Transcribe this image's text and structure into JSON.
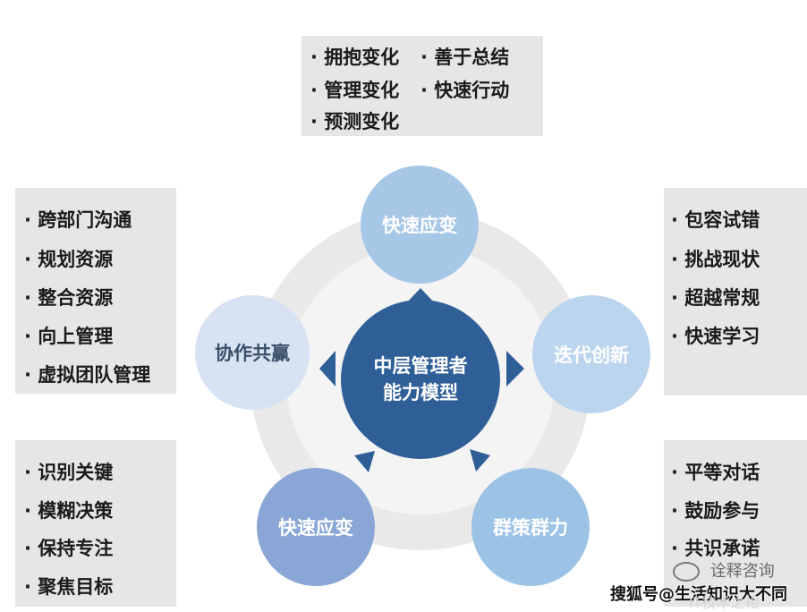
{
  "diagram": {
    "center": {
      "line1": "中层管理者",
      "line2": "能力模型"
    },
    "nodes": {
      "top": "快速应变",
      "right": "迭代创新",
      "bottom_right": "群策群力",
      "bottom_left": "快速应变",
      "left": "协作共赢"
    },
    "boxes": {
      "top": [
        "· 拥抱变化",
        "· 善于总结",
        "· 管理变化",
        "· 快速行动",
        "· 预测变化"
      ],
      "left": [
        "· 跨部门沟通",
        "· 规划资源",
        "· 整合资源",
        "· 向上管理",
        "· 虚拟团队管理"
      ],
      "right": [
        "· 包容试错",
        "· 挑战现状",
        "· 超越常规",
        "· 快速学习"
      ],
      "bottom_left": [
        "· 识别关键",
        "· 模糊决策",
        "· 保持专注",
        "· 聚焦目标"
      ],
      "bottom_right": [
        "· 平等对话",
        "· 鼓励参与",
        "· 共识承诺"
      ]
    }
  },
  "watermark": {
    "wechat_name": "诠释咨询",
    "sohu": "搜狐号@生活知识大不同",
    "faint": "IT技术之相"
  },
  "colors": {
    "box_bg": "#e6e6e6",
    "center": "#2f5f97",
    "node_light": "#a7c7e7",
    "node_mid": "#8aa6d6",
    "arrow": "#2f5f97"
  }
}
